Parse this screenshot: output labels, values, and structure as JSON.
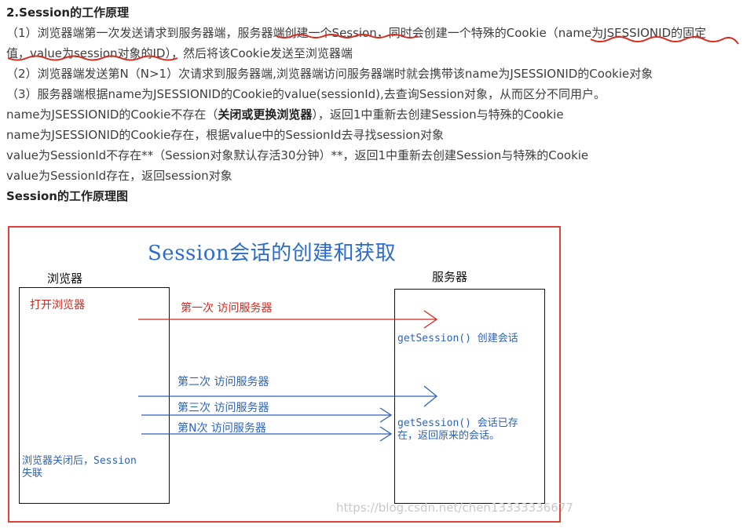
{
  "article": {
    "heading": "2.Session的工作原理",
    "step1_line1_a": "（1）浏览器端第一次发送请求到服务器端，服务器端创建一个Session，同时会创建一个特殊的Cookie（name为JSESSIONID的固定",
    "step1_line2": "值，value为session对象的ID），然后将该Cookie发送至浏览器端",
    "step2": "（2）浏览器端发送第N（N>1）次请求到服务器端,浏览器端访问服务器端时就会携带该name为JSESSIONID的Cookie对象",
    "step3": "（3）服务器端根据name为JSESSIONID的Cookie的value(sessionId),去查询Session对象，从而区分不同用户。",
    "rule1_a": "name为JSESSIONID的Cookie不存在（",
    "rule1_bold": "关闭或更换浏览器",
    "rule1_b": "），返回1中重新去创建Session与特殊的Cookie",
    "rule2": "name为JSESSIONID的Cookie存在，根据value中的SessionId去寻找session对象",
    "rule3": "value为SessionId不存在**（Session对象默认存活30分钟）**，返回1中重新去创建Session与特殊的Cookie",
    "rule4": "value为SessionId存在，返回session对象",
    "diagram_heading": "Session的工作原理图"
  },
  "diagram": {
    "title": "Session会话的创建和获取",
    "browser_label": "浏览器",
    "server_label": "服务器",
    "open_browser": "打开浏览器",
    "first_visit": "第一次 访问服务器",
    "create_session": "getSession() 创建会话",
    "second_visit": "第二次 访问服务器",
    "third_visit": "第三次  访问服务器",
    "nth_visit": "第N次  访问服务器",
    "session_exists_1": "getSession() 会话已存",
    "session_exists_2": "在，返回原来的会话。",
    "browser_closed_1": "浏览器关闭后，Session",
    "browser_closed_2": "失联",
    "watermark": "https://blog.csdn.net/chen13333336677"
  },
  "colors": {
    "frame_border": "#e0413a",
    "title_blue": "#2b6cd0",
    "arrow_red": "#d8261c",
    "arrow_blue": "#2f62b8"
  }
}
